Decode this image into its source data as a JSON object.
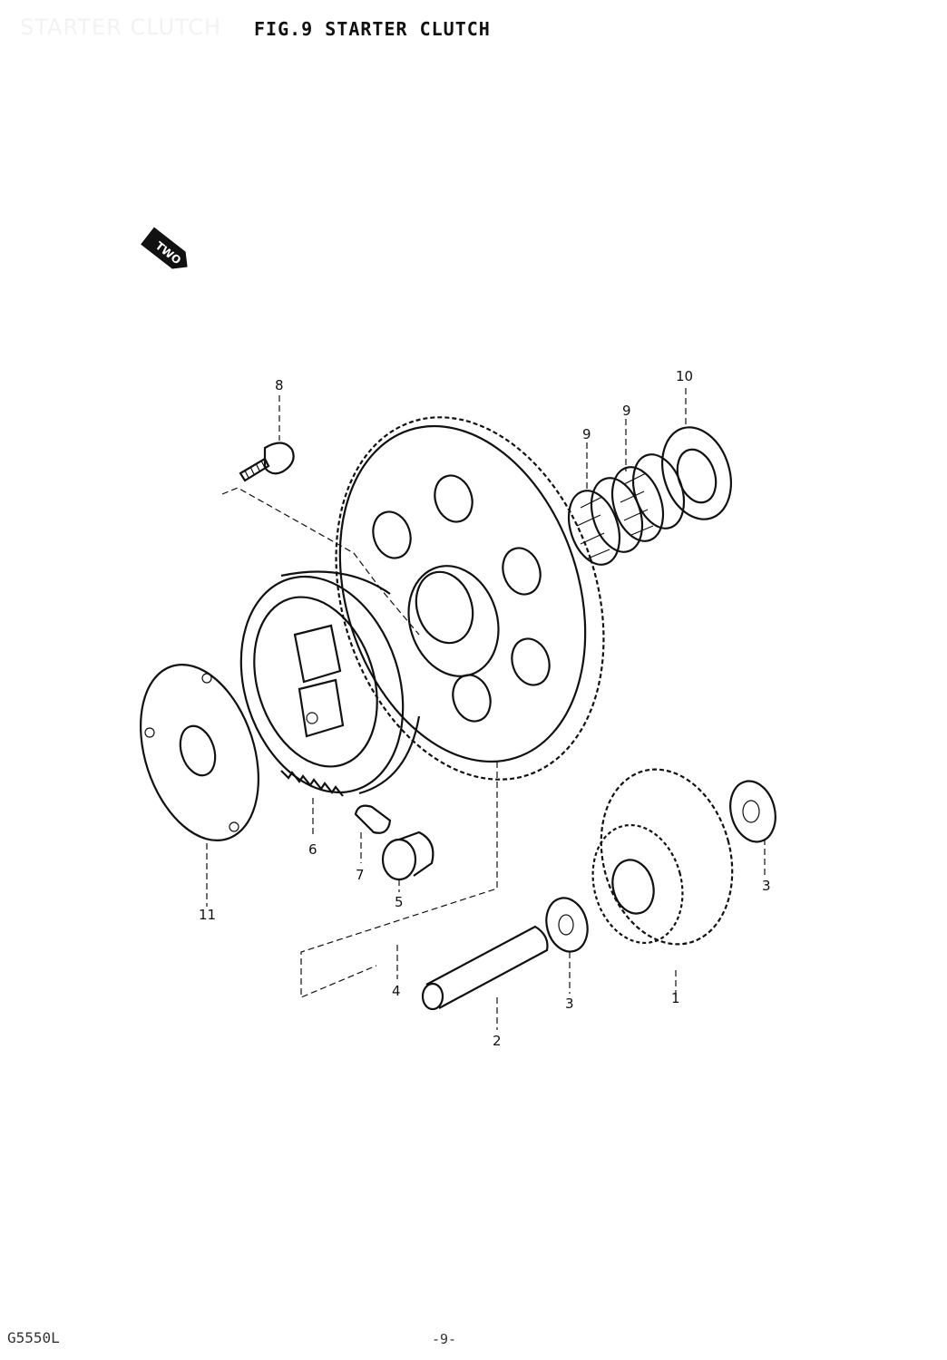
{
  "header": {
    "ghost_text": "STARTER CLUTCH",
    "figure_title": "FIG.9  STARTER CLUTCH"
  },
  "direction_badge": {
    "text": "TWO"
  },
  "callouts": [
    {
      "id": "c8",
      "label": "8"
    },
    {
      "id": "c9a",
      "label": "9"
    },
    {
      "id": "c9b",
      "label": "9"
    },
    {
      "id": "c10",
      "label": "10"
    },
    {
      "id": "c11",
      "label": "11"
    },
    {
      "id": "c6",
      "label": "6"
    },
    {
      "id": "c7",
      "label": "7"
    },
    {
      "id": "c5",
      "label": "5"
    },
    {
      "id": "c4",
      "label": "4"
    },
    {
      "id": "c2",
      "label": "2"
    },
    {
      "id": "c3a",
      "label": "3"
    },
    {
      "id": "c3b",
      "label": "3"
    },
    {
      "id": "c1",
      "label": "1"
    }
  ],
  "footer": {
    "code": "G5550L",
    "page": "-9-"
  }
}
